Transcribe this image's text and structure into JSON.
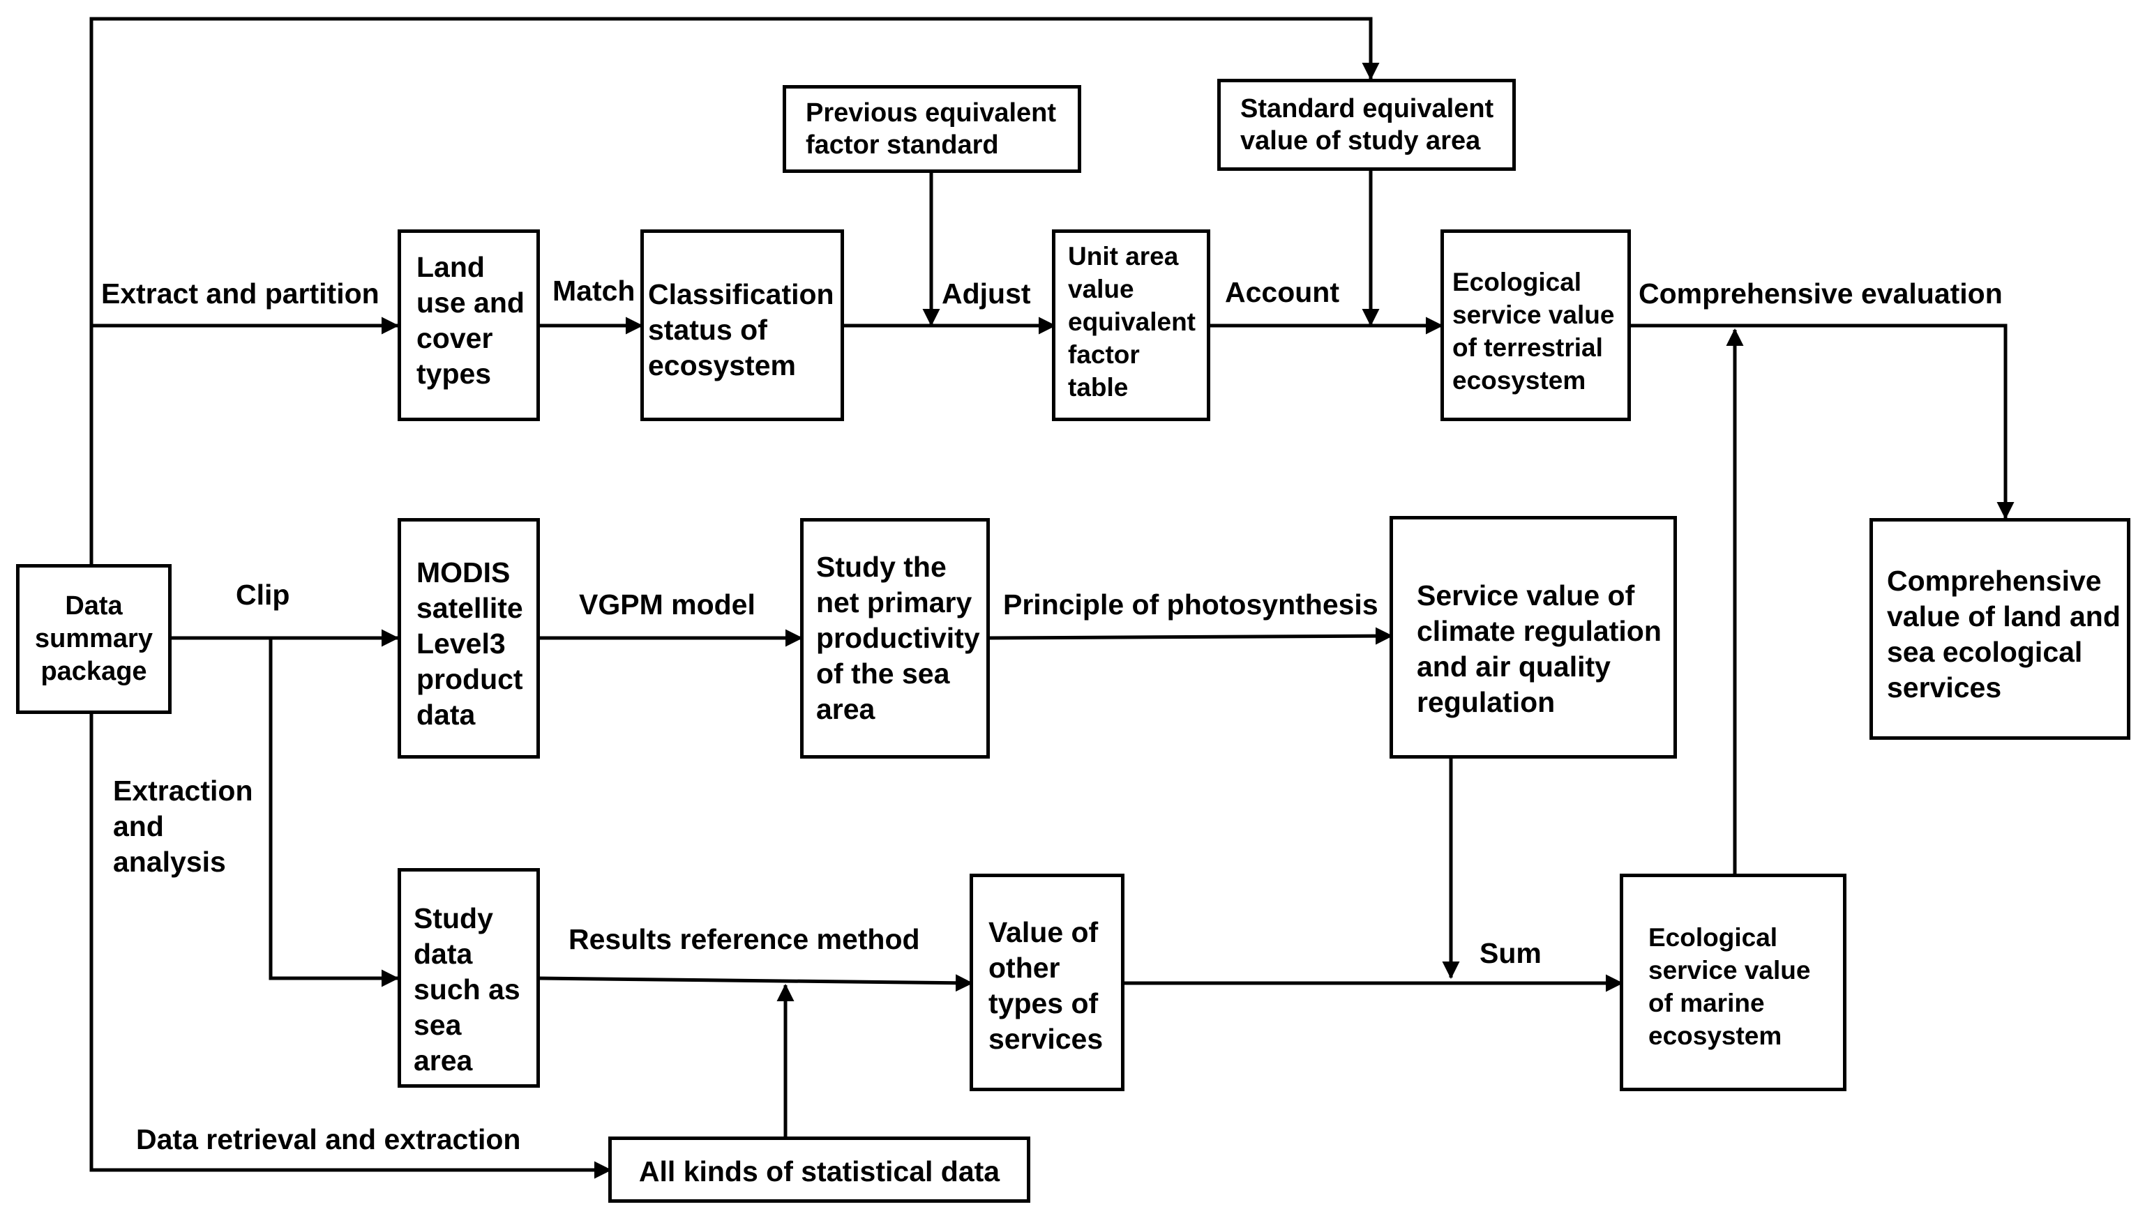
{
  "boxes": {
    "data_summary": "Data\nsummary\npackage",
    "land_use": "Land\nuse and\ncover\ntypes",
    "classification": "Classification\nstatus of\necosystem",
    "previous_standard": "Previous equivalent\nfactor standard",
    "standard_value": "Standard equivalent\nvalue of study area",
    "unit_area": "Unit area\nvalue\nequivalent\nfactor\ntable",
    "terrestrial": "Ecological\nservice value\nof terrestrial\necosystem",
    "comprehensive_value": "Comprehensive\nvalue of land and\nsea ecological\nservices",
    "modis": "MODIS\nsatellite\nLevel3\nproduct\ndata",
    "npp": "Study the\nnet primary\nproductivity\nof the sea\narea",
    "climate": "Service value of\nclimate regulation\nand air quality\nregulation",
    "study_data": "Study\ndata\nsuch as\nsea\narea",
    "other_services": "Value of\nother\ntypes of\nservices",
    "marine": "Ecological\nservice value\nof marine\necosystem",
    "statistical": "All kinds of statistical data"
  },
  "labels": {
    "extract_partition": "Extract and  partition",
    "match": "Match",
    "adjust": "Adjust",
    "account": "Account",
    "comprehensive_evaluation": "Comprehensive evaluation",
    "clip": "Clip",
    "vgpm": "VGPM model",
    "photosynthesis": "Principle of photosynthesis",
    "extraction_analysis": "Extraction\nand\nanalysis",
    "results_reference": "Results reference method",
    "sum": "Sum",
    "data_retrieval": "Data retrieval and extraction"
  }
}
